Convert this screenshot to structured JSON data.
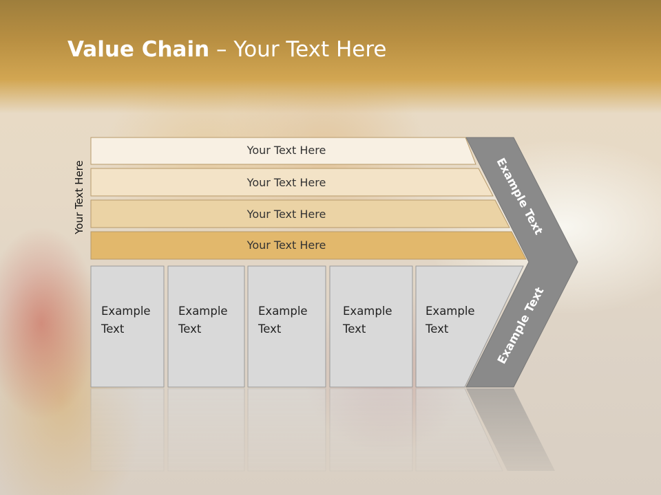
{
  "title": {
    "bold": "Value Chain",
    "rest": " – Your Text Here"
  },
  "side_label": "Your Text Here",
  "bars": [
    {
      "label": "Your Text Here",
      "color": "#f8f0e3"
    },
    {
      "label": "Your Text Here",
      "color": "#f3e3c7"
    },
    {
      "label": "Your Text Here",
      "color": "#ebd3a5"
    },
    {
      "label": "Your Text Here",
      "color": "#e2b86c"
    }
  ],
  "boxes": [
    {
      "line1": "Example",
      "line2": "Text"
    },
    {
      "line1": "Example",
      "line2": "Text"
    },
    {
      "line1": "Example",
      "line2": "Text"
    },
    {
      "line1": "Example",
      "line2": "Text"
    },
    {
      "line1": "Example",
      "line2": "Text"
    }
  ],
  "chevron": {
    "upper_label": "Example Text",
    "lower_label": "Example Text",
    "color": "#8a8a8a"
  },
  "colors": {
    "header": "#c99c4c",
    "box_fill": "#d9d9d9",
    "box_stroke": "#999999"
  }
}
